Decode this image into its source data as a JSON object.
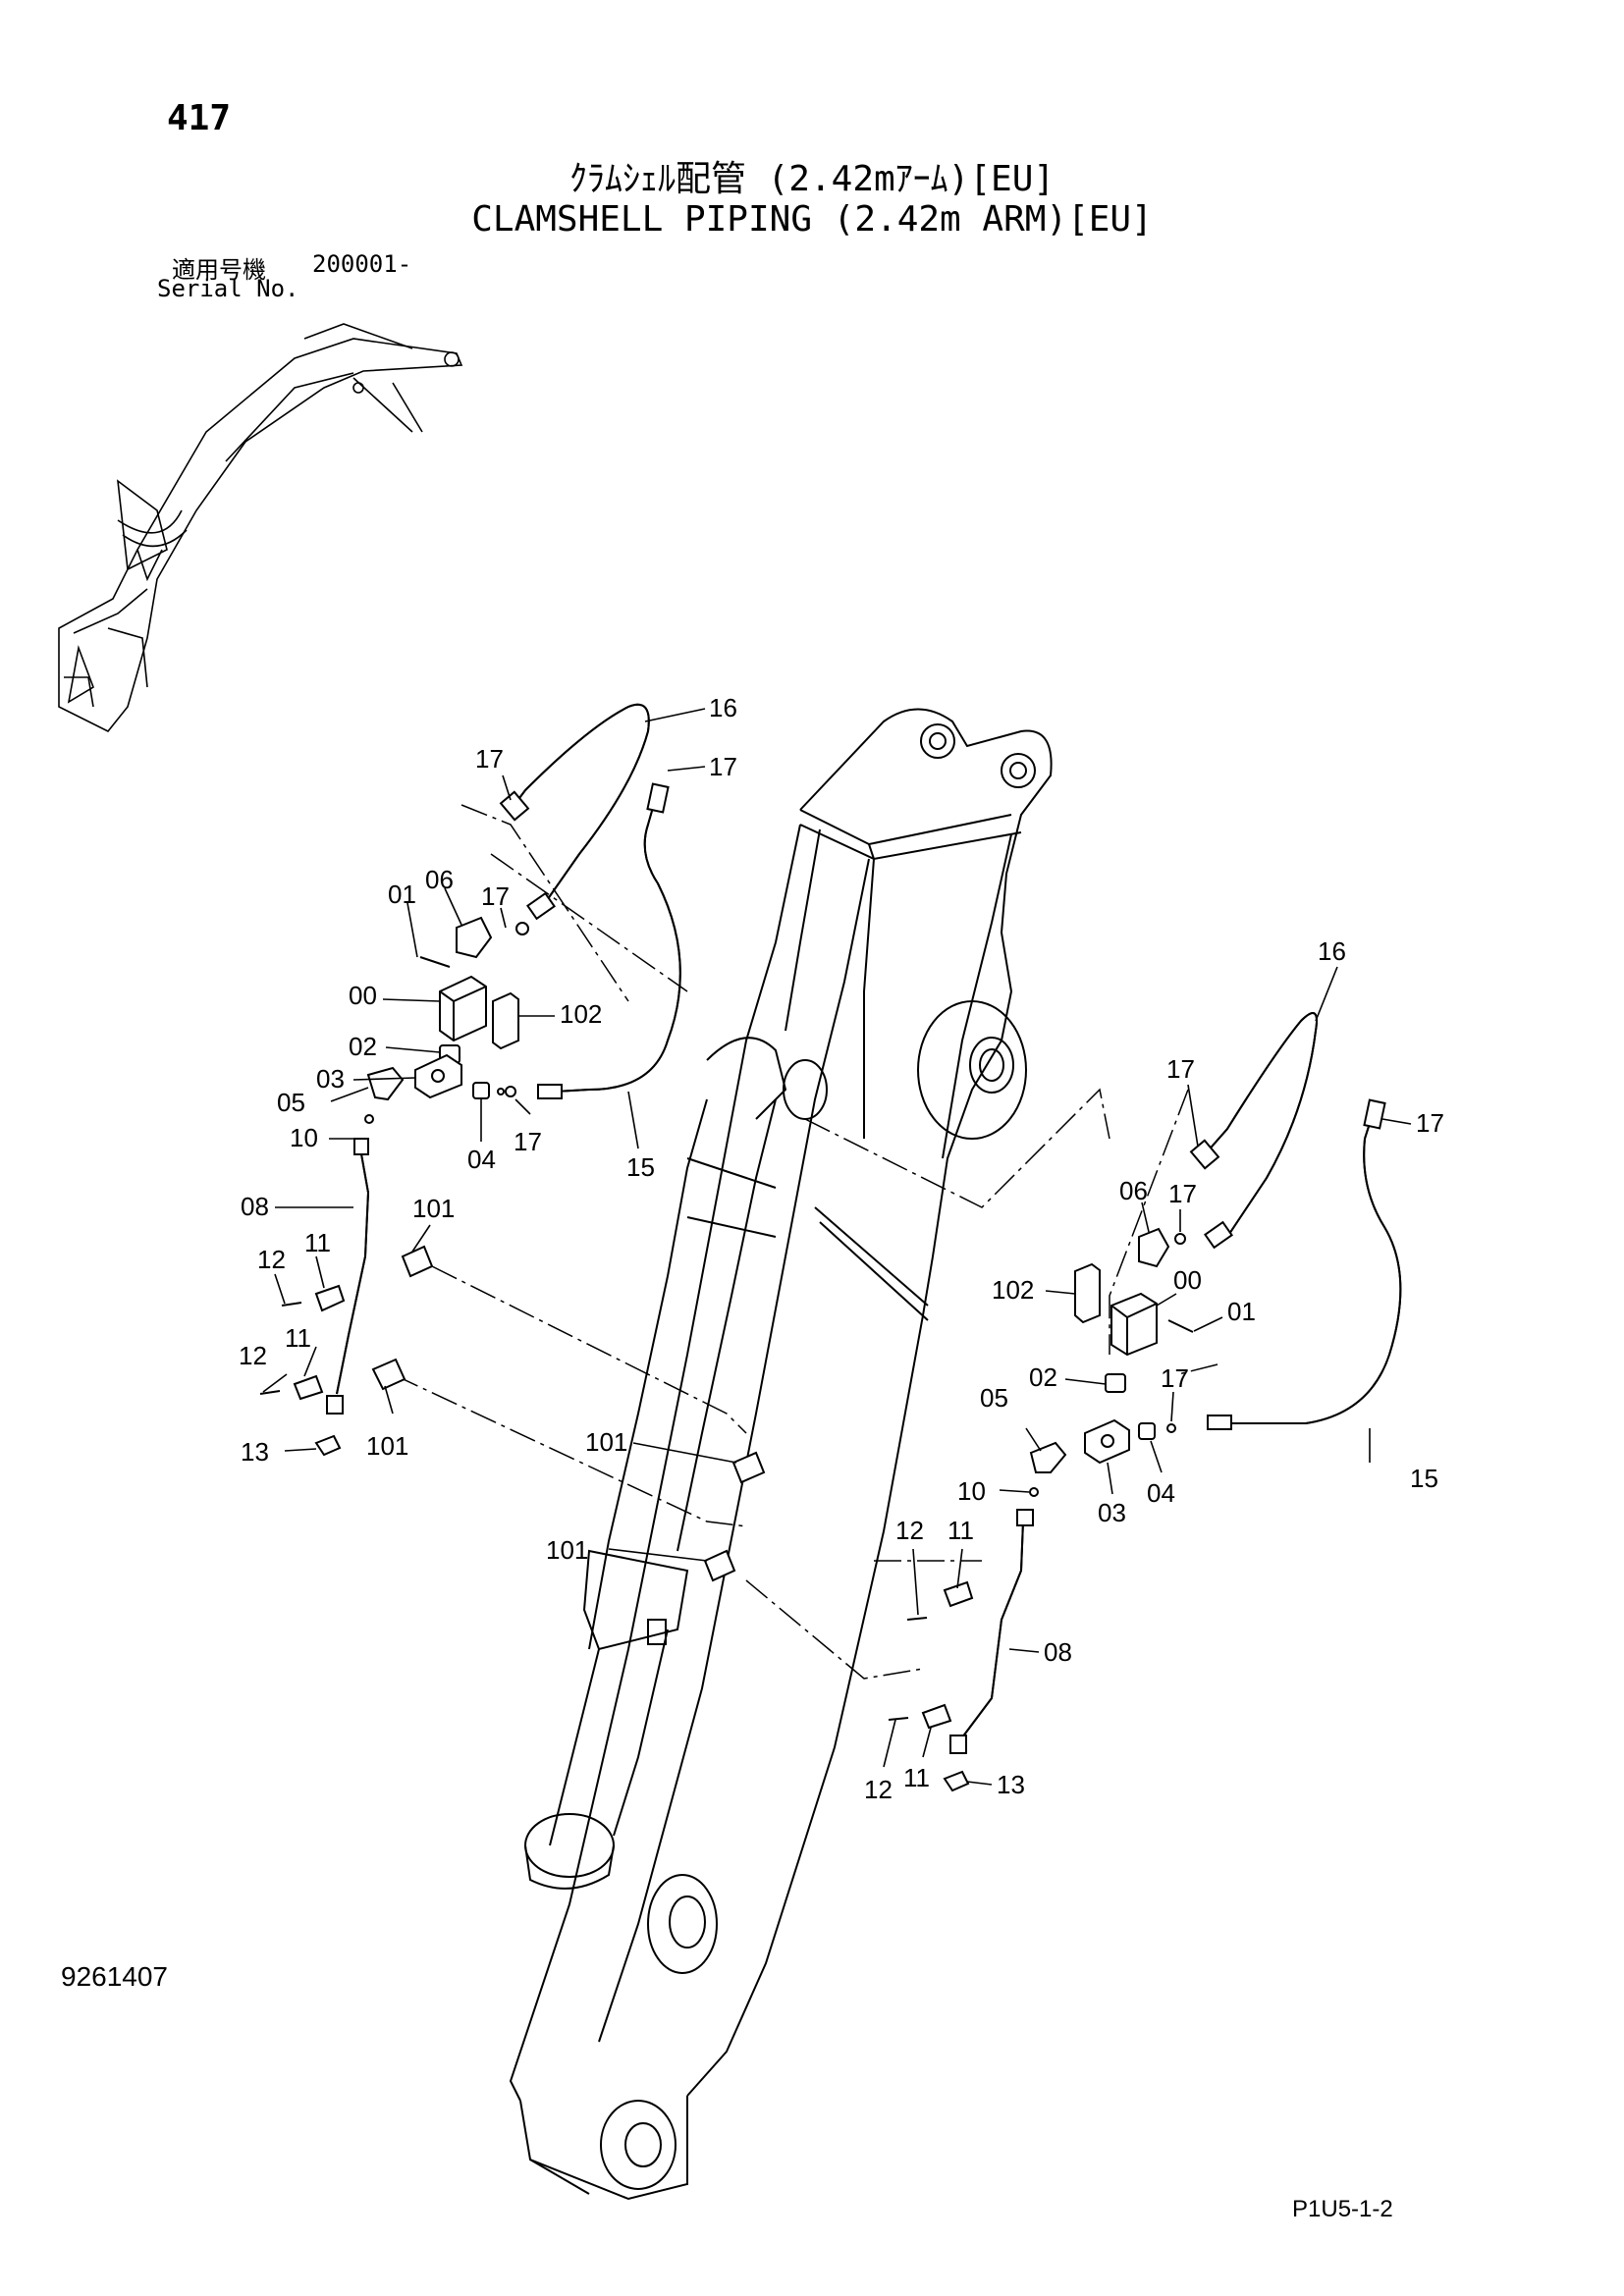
{
  "page_number": "417",
  "title_jp": "ｸﾗﾑｼｪﾙ配管 (2.42mｱｰﾑ)[EU]",
  "title_en": "CLAMSHELL PIPING (2.42m ARM)[EU]",
  "serial": {
    "label_jp": "適用号機",
    "value": "200001-",
    "label_en": "Serial No."
  },
  "drawing_code": "9261407",
  "page_code": "P1U5-1-2",
  "callouts": {
    "left": {
      "p16": "16",
      "p17a": "17",
      "p17b": "17",
      "p17c": "17",
      "p17d": "17",
      "p01": "01",
      "p06": "06",
      "p00": "00",
      "p102": "102",
      "p02": "02",
      "p03": "03",
      "p05": "05",
      "p10": "10",
      "p04": "04",
      "p15": "15",
      "p08": "08",
      "p101a": "101",
      "p11a": "11",
      "p12a": "12",
      "p12b": "12",
      "p11b": "11",
      "p13": "13",
      "p101b": "101"
    },
    "right": {
      "p16": "16",
      "p17a": "17",
      "p17b": "17",
      "p06": "06",
      "p17c": "17",
      "p102": "102",
      "p00": "00",
      "p01": "01",
      "p02": "02",
      "p17d": "17",
      "p05": "05",
      "p04": "04",
      "p15": "15",
      "p10": "10",
      "p03": "03",
      "p12a": "12",
      "p11a": "11",
      "p08": "08",
      "p12b": "12",
      "p11b": "11",
      "p13": "13"
    },
    "center": {
      "p101a": "101",
      "p101b": "101"
    }
  }
}
